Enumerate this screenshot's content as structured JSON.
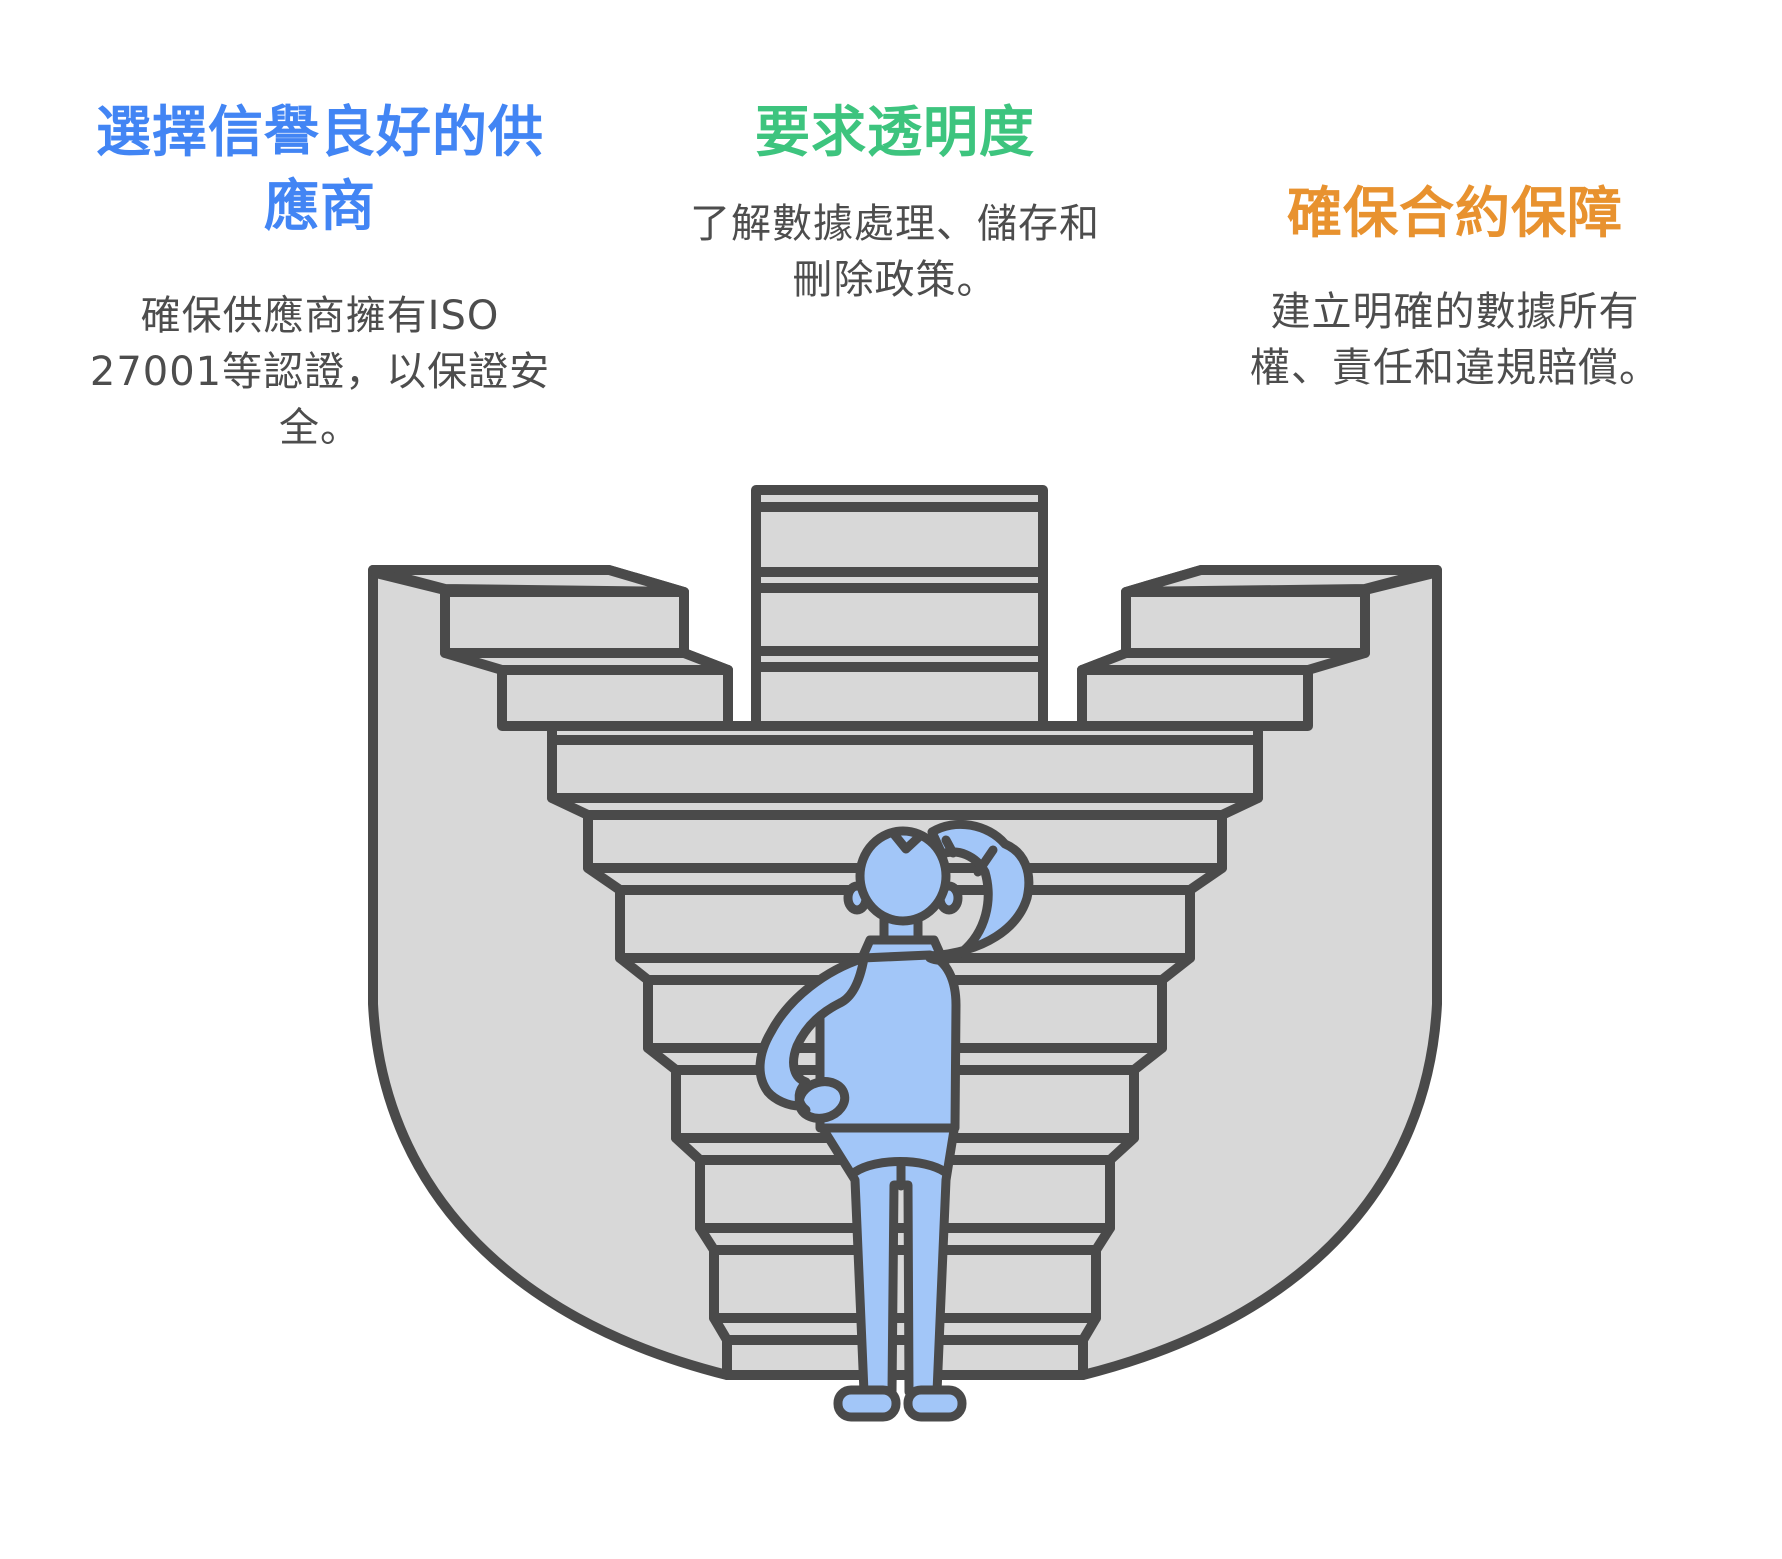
{
  "page": {
    "background": "#ffffff"
  },
  "columns": [
    {
      "id": "choose-reputable-vendor",
      "title": "選擇信譽良好的供\n應商",
      "body": "確保供應商擁有ISO\n27001等認證，以保證安\n全。",
      "title_color": "#4285f4"
    },
    {
      "id": "demand-transparency",
      "title": "要求透明度",
      "body": "了解數據處理、儲存和\n刪除政策。",
      "title_color": "#3dc47e"
    },
    {
      "id": "ensure-contract-protection",
      "title": "確保合約保障",
      "body": "建立明確的數據所有\n權、責任和違規賠償。",
      "title_color": "#e8922f"
    }
  ],
  "illustration": {
    "name": "person-scratching-head-before-branching-staircase",
    "colors": {
      "stairs_fill": "#d8d8d8",
      "outline": "#4a4a4a",
      "person_fill": "#a2c6f8",
      "body_text": "#4d4d4d"
    }
  }
}
